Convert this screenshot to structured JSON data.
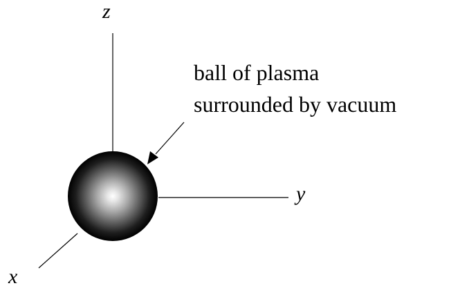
{
  "axes": {
    "x_label": "x",
    "y_label": "y",
    "z_label": "z"
  },
  "callout": {
    "line1": "ball of plasma",
    "line2": "surrounded by vacuum"
  },
  "colors": {
    "ball_center": "#ffffff",
    "ball_edge": "#000000",
    "lines": "#000000"
  }
}
